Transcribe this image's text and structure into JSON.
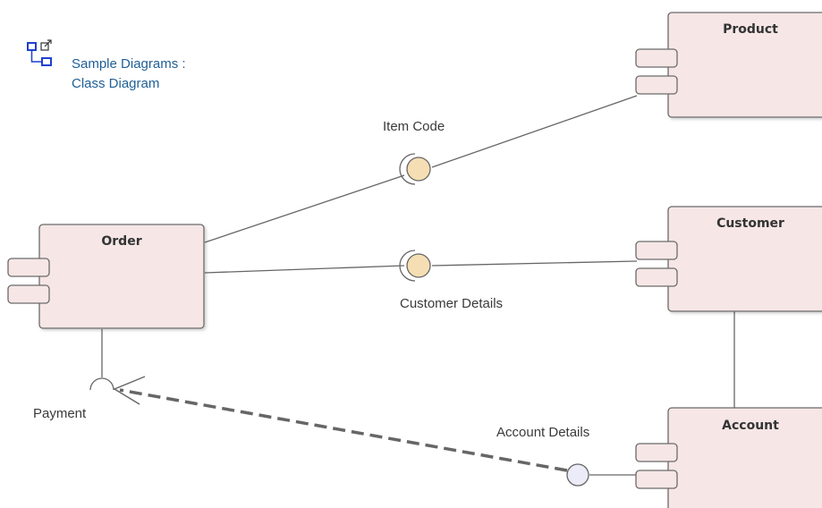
{
  "diagram_link": {
    "line1": "Sample Diagrams :",
    "line2": "Class Diagram",
    "icon": "diagram-link-icon"
  },
  "components": {
    "product": {
      "name": "Product"
    },
    "customer": {
      "name": "Customer"
    },
    "order": {
      "name": "Order"
    },
    "account": {
      "name": "Account"
    }
  },
  "interfaces": {
    "item_code": "Item Code",
    "customer_details": "Customer Details",
    "payment": "Payment",
    "account_details": "Account Details"
  },
  "colors": {
    "component_fill": "#f6e6e6",
    "component_stroke": "#6b6b6b",
    "required_interface_fill": "#f5deb3",
    "provided_interface_fill": "#ececf8",
    "link_text": "#1f5f96"
  }
}
